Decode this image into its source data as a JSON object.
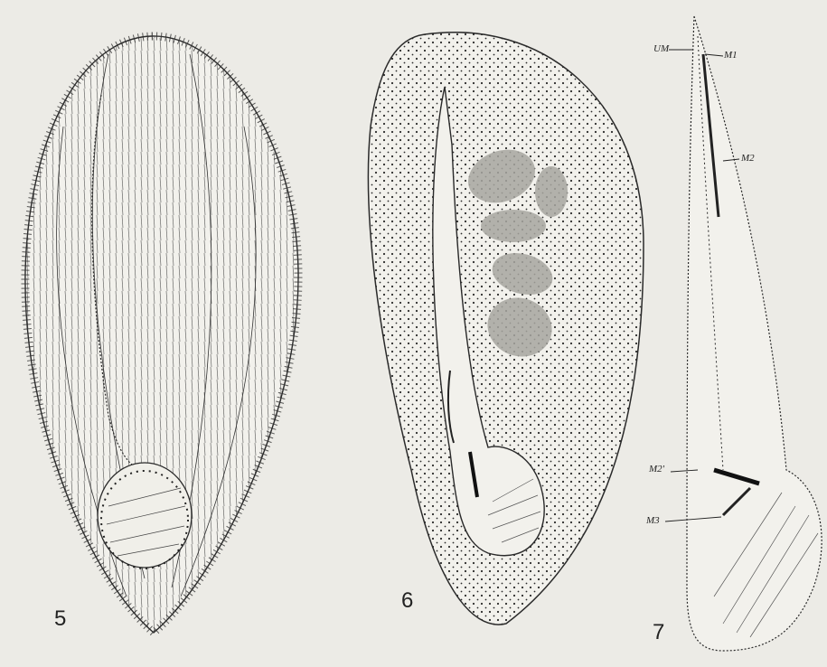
{
  "plate": {
    "background": "#ecebe6",
    "ink": "#222222",
    "shading": "#9c9c96"
  },
  "figures": [
    {
      "number": "5"
    },
    {
      "number": "6"
    },
    {
      "number": "7"
    }
  ],
  "labels": {
    "um": "UM",
    "m1": "M1",
    "m2": "M2",
    "m2_prime": "M2'",
    "m3": "M3"
  }
}
